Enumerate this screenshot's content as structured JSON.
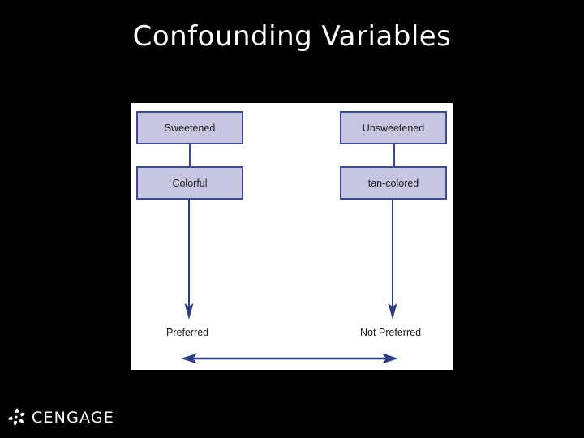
{
  "slide": {
    "title": "Confounding Variables",
    "background_color": "#000000",
    "title_color": "#ffffff"
  },
  "figure": {
    "panel_background": "#ffffff",
    "box_fill_color": "#c6c6e3",
    "box_border_color": "#3f4a8a",
    "arrow_color": "#2d3d82",
    "text_color": "#1b1b1b",
    "nodes": [
      {
        "id": "sweetened",
        "label": "Sweetened",
        "column": "left"
      },
      {
        "id": "colorful",
        "label": "Colorful",
        "column": "left"
      },
      {
        "id": "unsweetened",
        "label": "Unsweetened",
        "column": "right"
      },
      {
        "id": "tan-colored",
        "label": "tan-colored",
        "column": "right"
      }
    ],
    "outcomes": [
      {
        "id": "preferred",
        "label": "Preferred",
        "column": "left"
      },
      {
        "id": "not-preferred",
        "label": "Not Preferred",
        "column": "right"
      }
    ],
    "spectrum_arrow": {
      "description": "double-headed horizontal arrow linking Preferred and Not Preferred",
      "double_headed": true
    }
  },
  "branding": {
    "wordmark": "CENGAGE",
    "mark_color": "#ffffff"
  }
}
